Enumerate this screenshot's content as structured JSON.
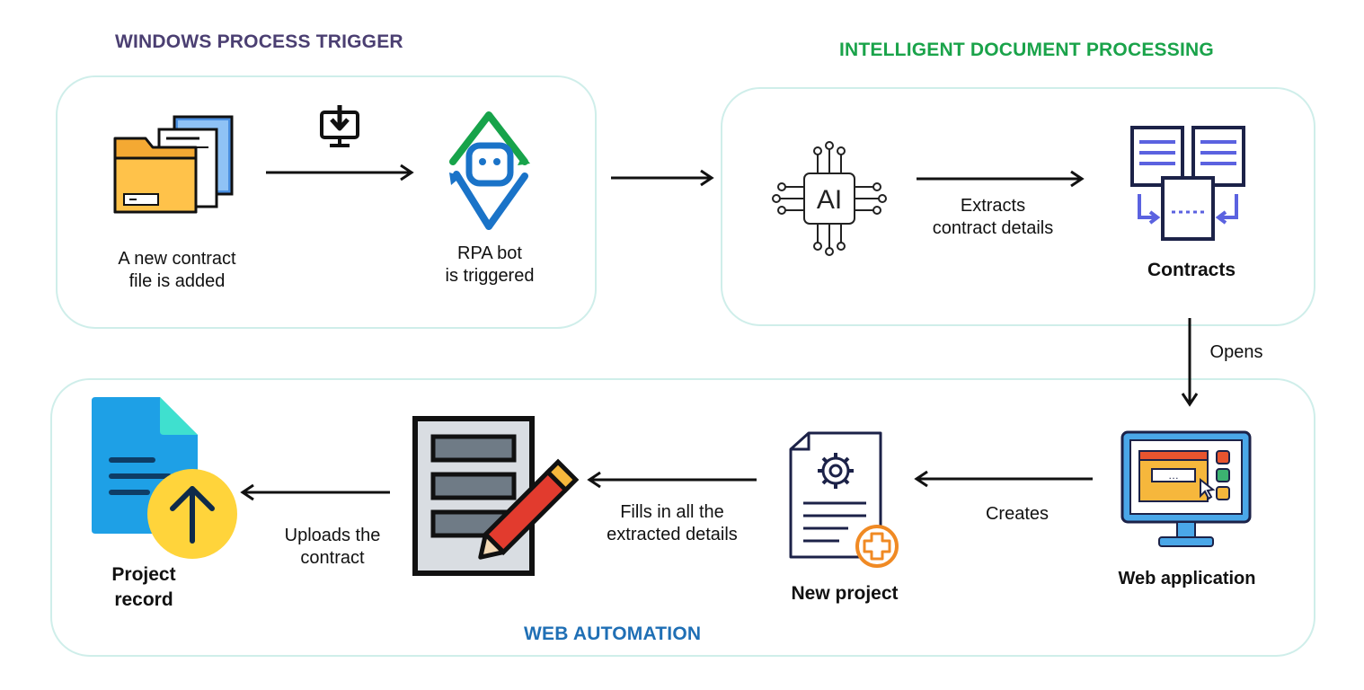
{
  "sections": {
    "windows": {
      "title": "WINDOWS PROCESS TRIGGER",
      "color": "#4b3f72"
    },
    "idp": {
      "title": "INTELLIGENT DOCUMENT PROCESSING",
      "color": "#1aa34a"
    },
    "web": {
      "title": "WEB AUTOMATION",
      "color": "#1f6fb5"
    }
  },
  "nodes": {
    "new_file": {
      "line1": "A new contract",
      "line2": "file is added",
      "icon": "folder-files-icon"
    },
    "rpa_bot": {
      "line1": "RPA bot",
      "line2": "is triggered",
      "icon": "rpa-bot-icon"
    },
    "ai": {
      "label": "AI",
      "icon": "ai-chip-icon"
    },
    "contracts": {
      "label": "Contracts",
      "icon": "contracts-documents-icon"
    },
    "web_app": {
      "label": "Web application",
      "icon": "web-application-icon"
    },
    "new_project": {
      "label": "New project",
      "icon": "new-project-icon"
    },
    "form": {
      "icon": "form-edit-icon"
    },
    "project_record": {
      "line1": "Project",
      "line2": "record",
      "icon": "upload-document-icon"
    }
  },
  "edges": {
    "extracts": {
      "line1": "Extracts",
      "line2": "contract details"
    },
    "opens": {
      "label": "Opens"
    },
    "creates": {
      "label": "Creates"
    },
    "fills": {
      "line1": "Fills in all the",
      "line2": "extracted details"
    },
    "uploads": {
      "line1": "Uploads the",
      "line2": "contract"
    }
  },
  "download_icon": "download-monitor-icon"
}
